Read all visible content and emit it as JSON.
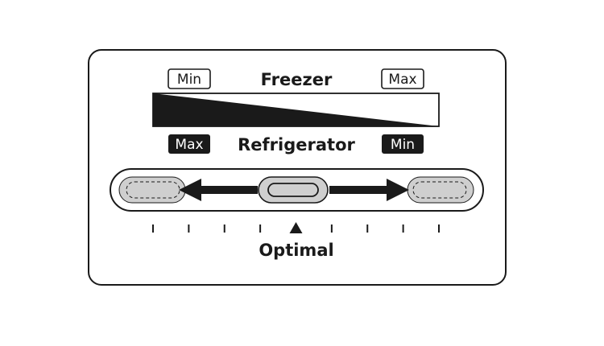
{
  "freezer": {
    "label": "Freezer",
    "left_tag": "Min",
    "right_tag": "Max"
  },
  "refrigerator": {
    "label": "Refrigerator",
    "left_tag": "Max",
    "right_tag": "Min"
  },
  "scale": {
    "label": "Optimal",
    "tick_count": 9,
    "pointer_index": 4
  },
  "colors": {
    "ink": "#1a1a1a",
    "slider_fill": "#cfcfcf",
    "background": "#ffffff"
  }
}
